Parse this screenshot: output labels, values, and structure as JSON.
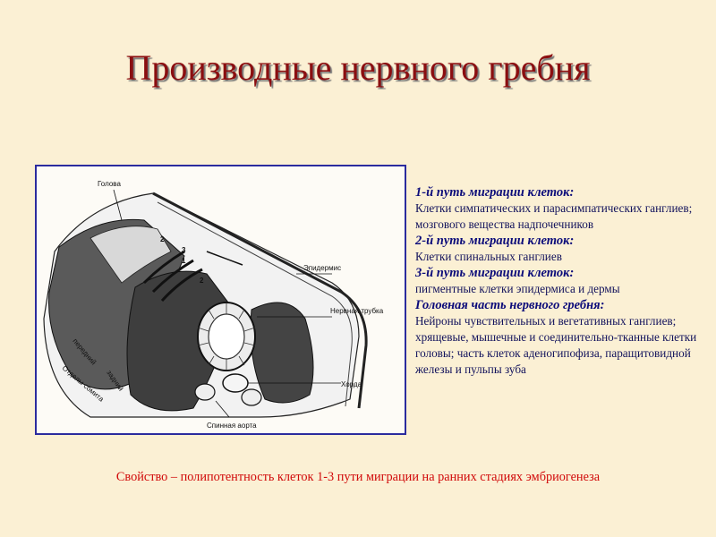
{
  "title": "Производные нервного гребня",
  "figure": {
    "labels": {
      "head": "Голова",
      "epidermis": "Эпидермис",
      "neural_tube": "Нервная трубка",
      "notochord": "Хорда",
      "aorta": "Спинная аорта",
      "anterior": "передний",
      "posterior": "задний",
      "somite_divisions": "Отделы сомита",
      "path_1": "1",
      "path_2a": "2",
      "path_2b": "2",
      "path_3": "3"
    }
  },
  "paths": [
    {
      "heading": "1-й путь миграции клеток:",
      "body": "Клетки симпатических и парасимпатических ганглиев; мозгового вещества надпочечников"
    },
    {
      "heading": "2-й путь миграции клеток:",
      "body": "Клетки спинальных ганглиев"
    },
    {
      "heading": "3-й путь миграции клеток:",
      "body": "пигментные клетки эпидермиса и дермы"
    },
    {
      "heading": "Головная часть нервного гребня:",
      "body": "Нейроны чувствительных и вегетативных ганглиев; хрящевые, мышечные и соединительно-тканные клетки головы; часть клеток аденогипофиза, паращитовидной железы и пульпы зуба"
    }
  ],
  "property": "Свойство – полипотентность клеток 1-3 пути миграции на ранних стадиях эмбриогенеза"
}
